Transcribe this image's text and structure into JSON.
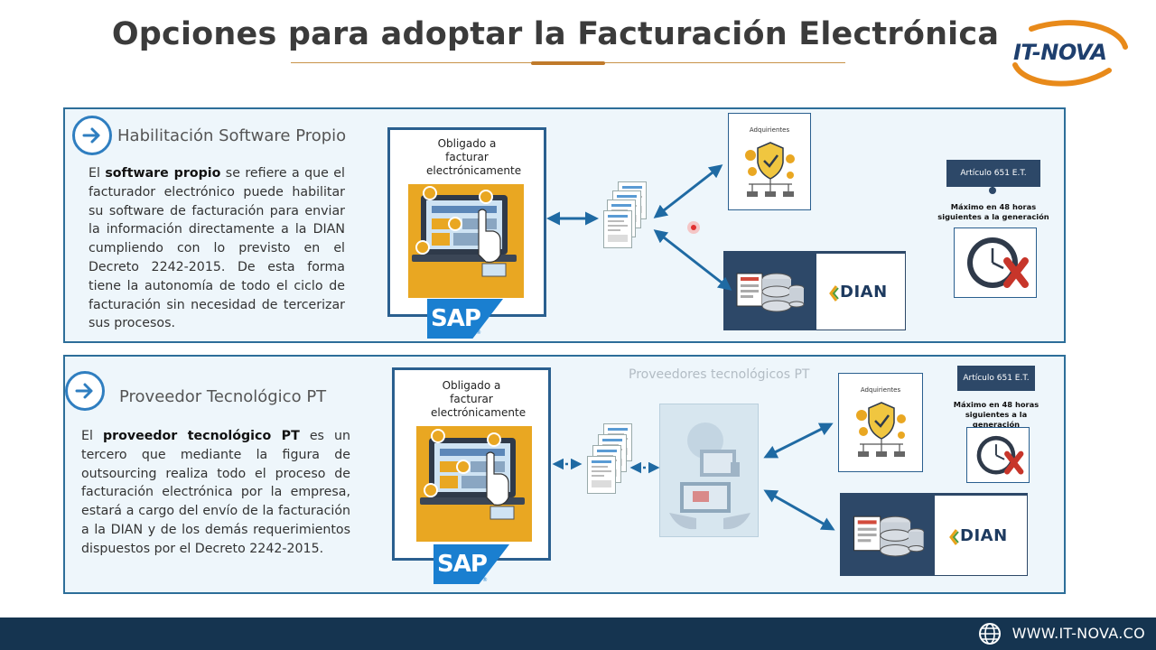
{
  "title": "Opciones para adoptar la Facturación Electrónica",
  "logo": {
    "text": "IT-NOVA"
  },
  "panel_top": {
    "heading": "Habilitación Software Propio",
    "text_pre": "El ",
    "text_bold": "software propio",
    "text_post": " se refiere a que el facturador electrónico puede habilitar su software de facturación para enviar la información directamente a la DIAN cumpliendo con lo previsto en el Decreto 2242-2015. De esta forma tiene la autonomía de todo el ciclo de facturación sin necesidad de tercerizar sus procesos.",
    "obligado_label": "Obligado a facturar electrónicamente",
    "sap": "SAP",
    "sap_reg": "®",
    "adquirientes": "Adquirientes",
    "dian": "DIAN",
    "article": "Artículo 651 E.T.",
    "max_time": "Máximo en 48 horas siguientes a la generación"
  },
  "panel_bottom": {
    "heading": "Proveedor Tecnológico  PT",
    "text_pre": "El ",
    "text_bold": "proveedor tecnológico PT",
    "text_post": " es un tercero que mediante la figura de outsourcing realiza todo el proceso de facturación electrónica por la empresa, estará a cargo del envío de la facturación a la DIAN y de los demás requerimientos dispuestos por el Decreto 2242-2015.",
    "obligado_label": "Obligado a facturar electrónicamente",
    "sap": "SAP",
    "sap_reg": "®",
    "pt_label": "Proveedores tecnológicos PT",
    "adquirientes": "Adquirientes",
    "dian": "DIAN",
    "article": "Artículo 651 E.T.",
    "max_time": "Máximo en 48 horas siguientes a la generación"
  },
  "footer": {
    "url": "WWW.IT-NOVA.CO"
  },
  "colors": {
    "accent_blue": "#2f7ec0",
    "dark_navy": "#153450",
    "panel_bg": "#eef6fb",
    "gold": "#e9a722"
  },
  "icons": [
    "arrow-right-icon",
    "laptop-icon",
    "document-stack-icon",
    "shield-check-icon",
    "database-icon",
    "clock-icon",
    "globe-icon"
  ]
}
